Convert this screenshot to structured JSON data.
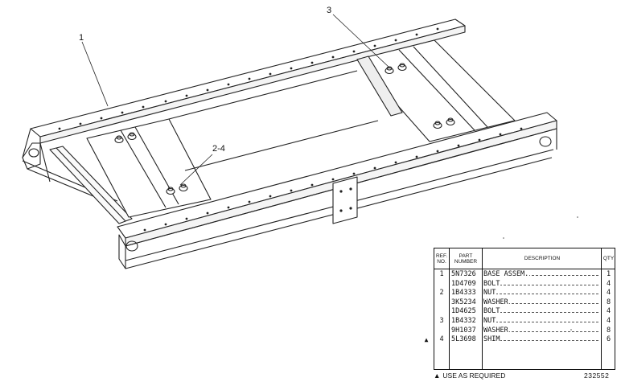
{
  "callouts": {
    "label_1": "1",
    "label_2_4": "2-4",
    "label_3": "3"
  },
  "table": {
    "headers": {
      "ref": "REF.\nNO.",
      "part": "PART\nNUMBER",
      "description": "DESCRIPTION",
      "qty": "QTY"
    },
    "rows": [
      {
        "mark": "",
        "ref": "1",
        "part": "5N7326",
        "description": "BASE ASSEM.",
        "qty": "1"
      },
      {
        "mark": "",
        "ref": "",
        "part": "1D4709",
        "description": "BOLT",
        "qty": "4"
      },
      {
        "mark": "",
        "ref": "2",
        "part": "1B4333",
        "description": "NUT",
        "qty": "4"
      },
      {
        "mark": "",
        "ref": "",
        "part": "3K5234",
        "description": "WASHER",
        "qty": "8"
      },
      {
        "mark": "",
        "ref": "",
        "part": "1D4625",
        "description": "BOLT",
        "qty": "4"
      },
      {
        "mark": "",
        "ref": "3",
        "part": "1B4332",
        "description": "NUT",
        "qty": "4"
      },
      {
        "mark": "",
        "ref": "",
        "part": "9H1037",
        "description": "WASHER",
        "qty": "8"
      },
      {
        "mark": "▲",
        "ref": "4",
        "part": "5L3698",
        "description": "SHIM",
        "qty": "6"
      }
    ]
  },
  "footnote": {
    "symbol": "▲",
    "text": "USE AS REQUIRED"
  },
  "drawing_number": "232552"
}
